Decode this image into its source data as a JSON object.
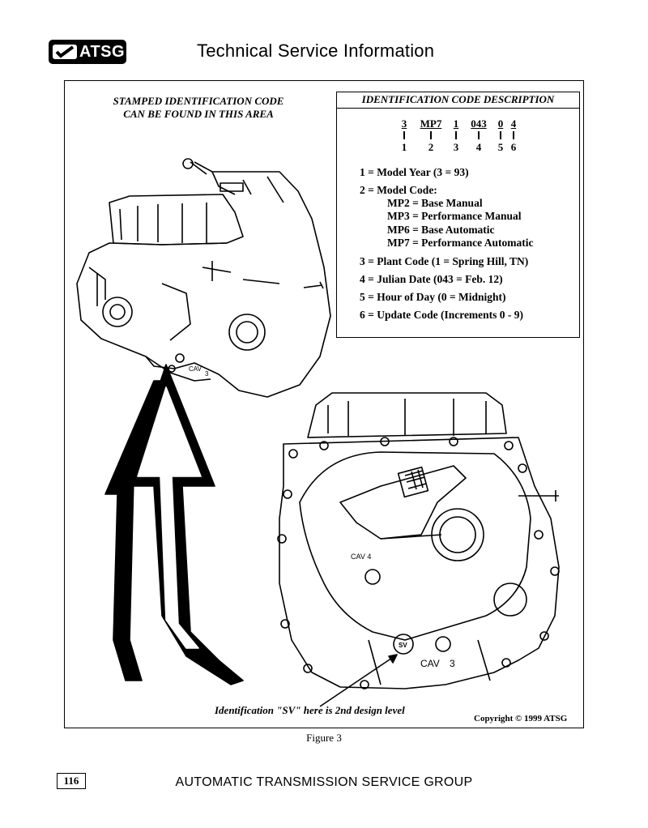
{
  "header": {
    "logo_text": "ATSG",
    "title": "Technical Service Information"
  },
  "figure": {
    "stamp_note": [
      "STAMPED IDENTIFICATION CODE",
      "CAN BE FOUND IN THIS AREA"
    ],
    "cav_labels": [
      "CAV",
      "3",
      "CAV 4",
      "CAV",
      "3"
    ],
    "sv_stamp": "SV",
    "sv_note": "Identification \"SV\" here is 2nd design level",
    "copyright": "Copyright © 1999 ATSG",
    "caption": "Figure 3"
  },
  "id_code": {
    "title": "IDENTIFICATION CODE DESCRIPTION",
    "parts": [
      {
        "code": "3",
        "index": "1"
      },
      {
        "code": "MP7",
        "index": "2"
      },
      {
        "code": "1",
        "index": "3"
      },
      {
        "code": "043",
        "index": "4"
      },
      {
        "code": "0",
        "index": "5"
      },
      {
        "code": "4",
        "index": "6"
      }
    ],
    "lines": [
      "1 = Model Year  (3 = 93)",
      "2 = Model Code:",
      "MP2 = Base Manual",
      "MP3 = Performance Manual",
      "MP6 = Base Automatic",
      "MP7 = Performance Automatic",
      "3 = Plant Code (1 = Spring Hill, TN)",
      "4 = Julian Date (043 = Feb. 12)",
      "5 = Hour of Day (0 = Midnight)",
      "6 = Update Code (Increments 0 - 9)"
    ]
  },
  "footer": {
    "page_number": "116",
    "org": "AUTOMATIC TRANSMISSION SERVICE GROUP"
  }
}
